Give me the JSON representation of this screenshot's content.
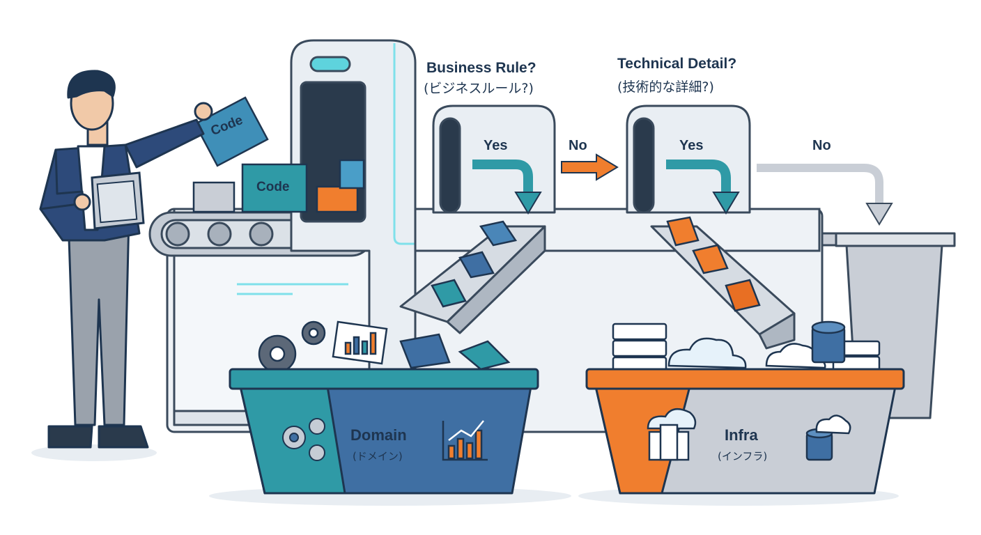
{
  "questions": {
    "business": {
      "en": "Business Rule?",
      "ja": "(ビジネスルール?)"
    },
    "technical": {
      "en": "Technical Detail?",
      "ja": "(技術的な詳細?)"
    }
  },
  "answers": {
    "yes_1": "Yes",
    "no_1": "No",
    "yes_2": "Yes",
    "no_2": "No"
  },
  "boxes": {
    "held": "Code",
    "belt": "Code"
  },
  "bins": {
    "domain": {
      "en": "Domain",
      "ja": "(ドメイン)"
    },
    "infra": {
      "en": "Infra",
      "ja": "(インフラ)"
    }
  },
  "colors": {
    "teal": "#2f9aa6",
    "blue": "#3f6fa3",
    "orange": "#f07e2e",
    "navy": "#1e3550",
    "machine": "#eef2f6",
    "gray_bin": "#c9ced6",
    "cyan_line": "#7fe0ea"
  },
  "icons": [
    "gear-icon",
    "bar-chart-icon",
    "server-rack-icon",
    "cloud-icon",
    "database-icon",
    "tablet-icon"
  ]
}
